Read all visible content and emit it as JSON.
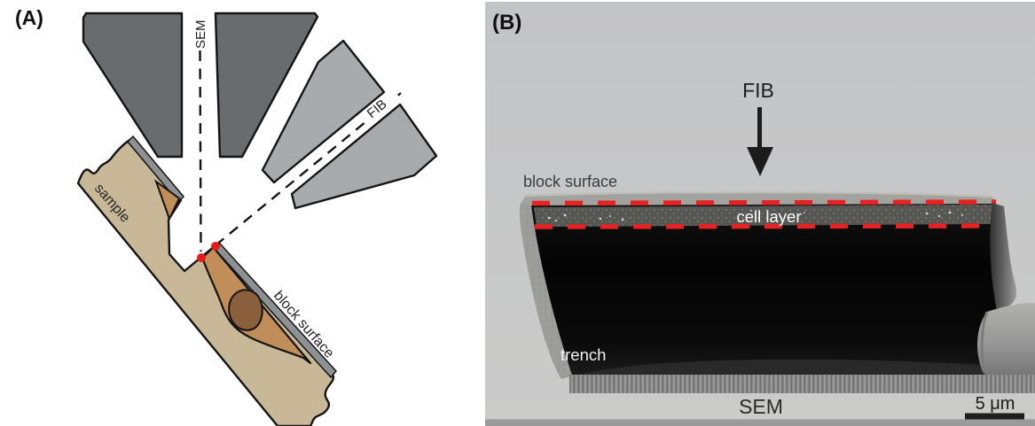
{
  "panel_a": {
    "label": "(A)",
    "sem_beam_label": "SEM",
    "fib_beam_label": "FIB",
    "sample_label": "sample",
    "block_surface_label": "block surface",
    "colors": {
      "sample": "#c8b897",
      "cell": "#c18e5a",
      "nucleus": "#8a5f3b",
      "pole_piece_dark": "#686c6e",
      "pole_piece_light": "#a8abad",
      "surface_strip": "#8e9194",
      "beam_spot": "#e41c1c"
    }
  },
  "panel_b": {
    "label": "(B)",
    "fib_label": "FIB",
    "block_surface_label": "block surface",
    "cell_layer_label": "cell layer",
    "trench_label": "trench",
    "sem_label": "SEM",
    "scale_bar": {
      "label": "5 μm"
    },
    "colors": {
      "background": "#c5c6c7",
      "dashed_line": "#e62222"
    }
  }
}
